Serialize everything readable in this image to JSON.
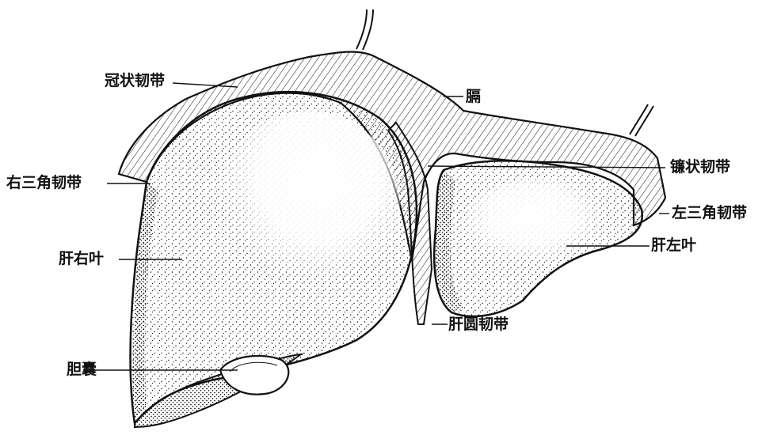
{
  "labels": {
    "coronary_ligament": "冠状韧带",
    "diaphragm": "膈",
    "right_triangular_ligament": "右三角韧带",
    "falciform_ligament": "镰状韧带",
    "left_triangular_ligament": "左三角韧带",
    "right_lobe": "肝右叶",
    "left_lobe": "肝左叶",
    "round_ligament": "肝圆韧带",
    "gallbladder": "胆囊"
  },
  "colors": {
    "ink": "#111111",
    "paper": "#ffffff"
  }
}
